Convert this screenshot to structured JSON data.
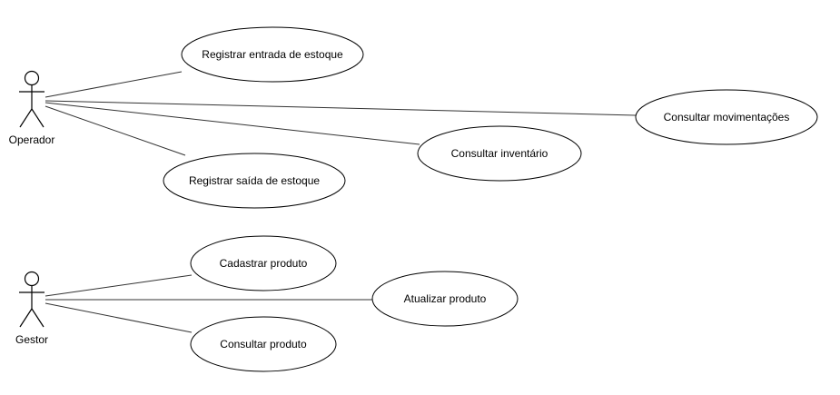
{
  "diagram": {
    "type": "use-case",
    "actors": [
      {
        "id": "operador",
        "label": "Operador"
      },
      {
        "id": "gestor",
        "label": "Gestor"
      }
    ],
    "use_cases": [
      {
        "id": "registrar-entrada",
        "label": "Registrar entrada de estoque",
        "actor": "operador"
      },
      {
        "id": "consultar-movimentacoes",
        "label": "Consultar movimentações",
        "actor": "operador"
      },
      {
        "id": "consultar-inventario",
        "label": "Consultar inventário",
        "actor": "operador"
      },
      {
        "id": "registrar-saida",
        "label": "Registrar saída de estoque",
        "actor": "operador"
      },
      {
        "id": "cadastrar-produto",
        "label": "Cadastrar produto",
        "actor": "gestor"
      },
      {
        "id": "atualizar-produto",
        "label": "Atualizar produto",
        "actor": "gestor"
      },
      {
        "id": "consultar-produto",
        "label": "Consultar produto",
        "actor": "gestor"
      }
    ]
  }
}
